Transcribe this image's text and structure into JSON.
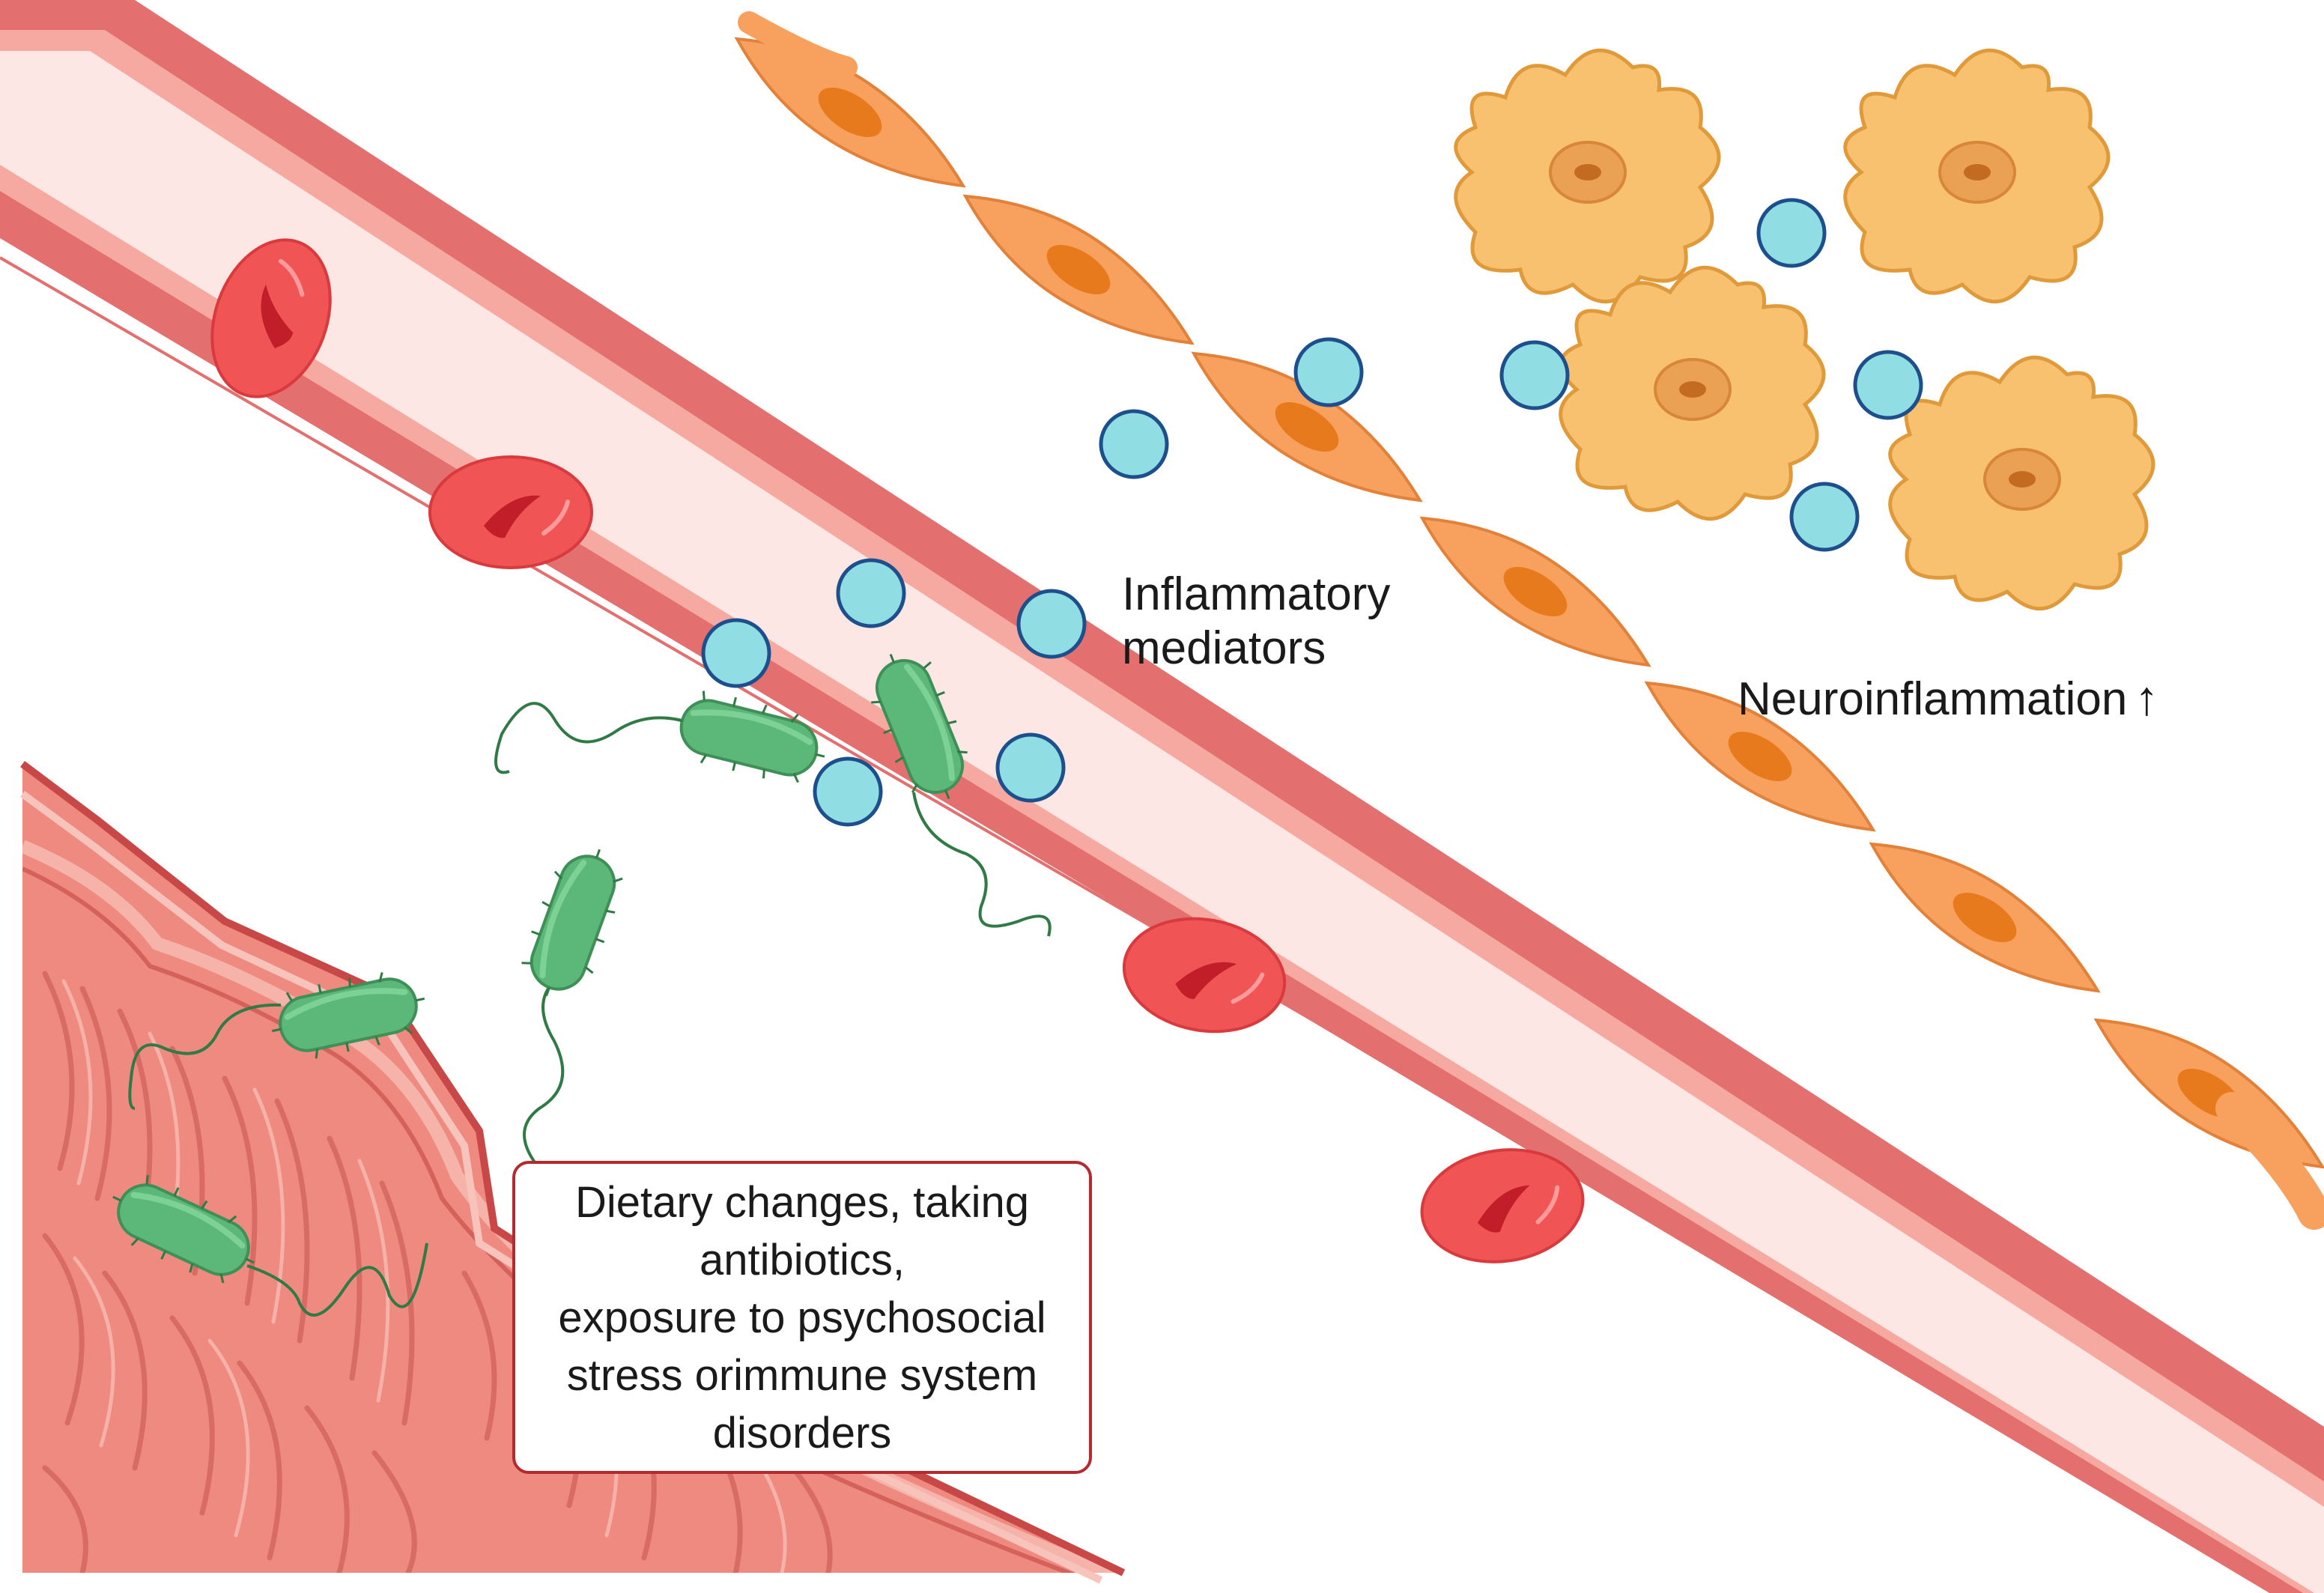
{
  "labels": {
    "inflammatory_mediators": [
      "Inflammatory",
      "mediators"
    ],
    "neuroinflammation": "Neuroinflammation",
    "neuroinflammation_arrow": "↑",
    "causes": [
      "Dietary changes, taking",
      "antibiotics,",
      "exposure to psychosocial",
      "stress orimmune system",
      "disorders"
    ]
  },
  "colors": {
    "vessel_wall": "#e36f6f",
    "vessel_lumen": "#fde7e4",
    "red_blood_cell": "#f05454",
    "bacteria": "#5cb878",
    "mediator": "#91dde4",
    "mediator_outline": "#1d4f8c",
    "endothelial_cell": "#f8a05e",
    "microglia": "#f8c170",
    "gut_tissue": "#ee8a80",
    "box_border": "#b52a2e"
  }
}
